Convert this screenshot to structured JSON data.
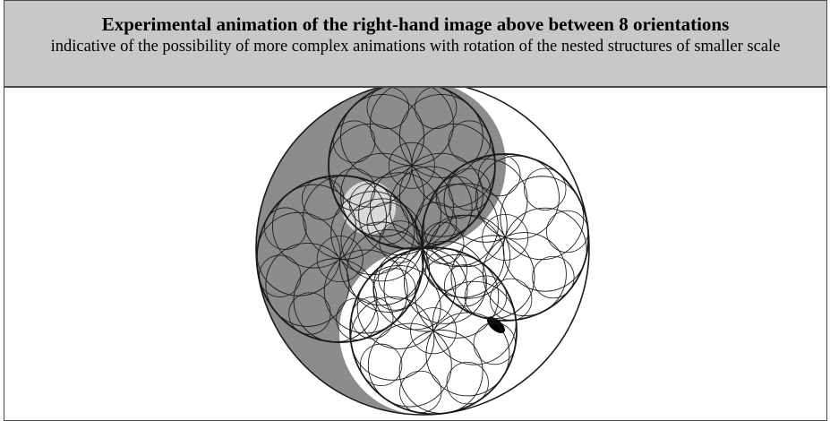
{
  "caption": {
    "title": "Experimental animation of the right-hand image above between 8 orientations",
    "subtitle": "indicative of the possibility of more complex animations with rotation of the nested structures of smaller scale"
  },
  "colors": {
    "caption_background": "#c8c8c8",
    "shaded_region": "#8c8c8c",
    "light_region": "#d9d9d9",
    "stroke": "#1a1a1a",
    "frame_border": "#4a4a4a"
  },
  "figure": {
    "description_name": "nested-circle-rosette"
  }
}
